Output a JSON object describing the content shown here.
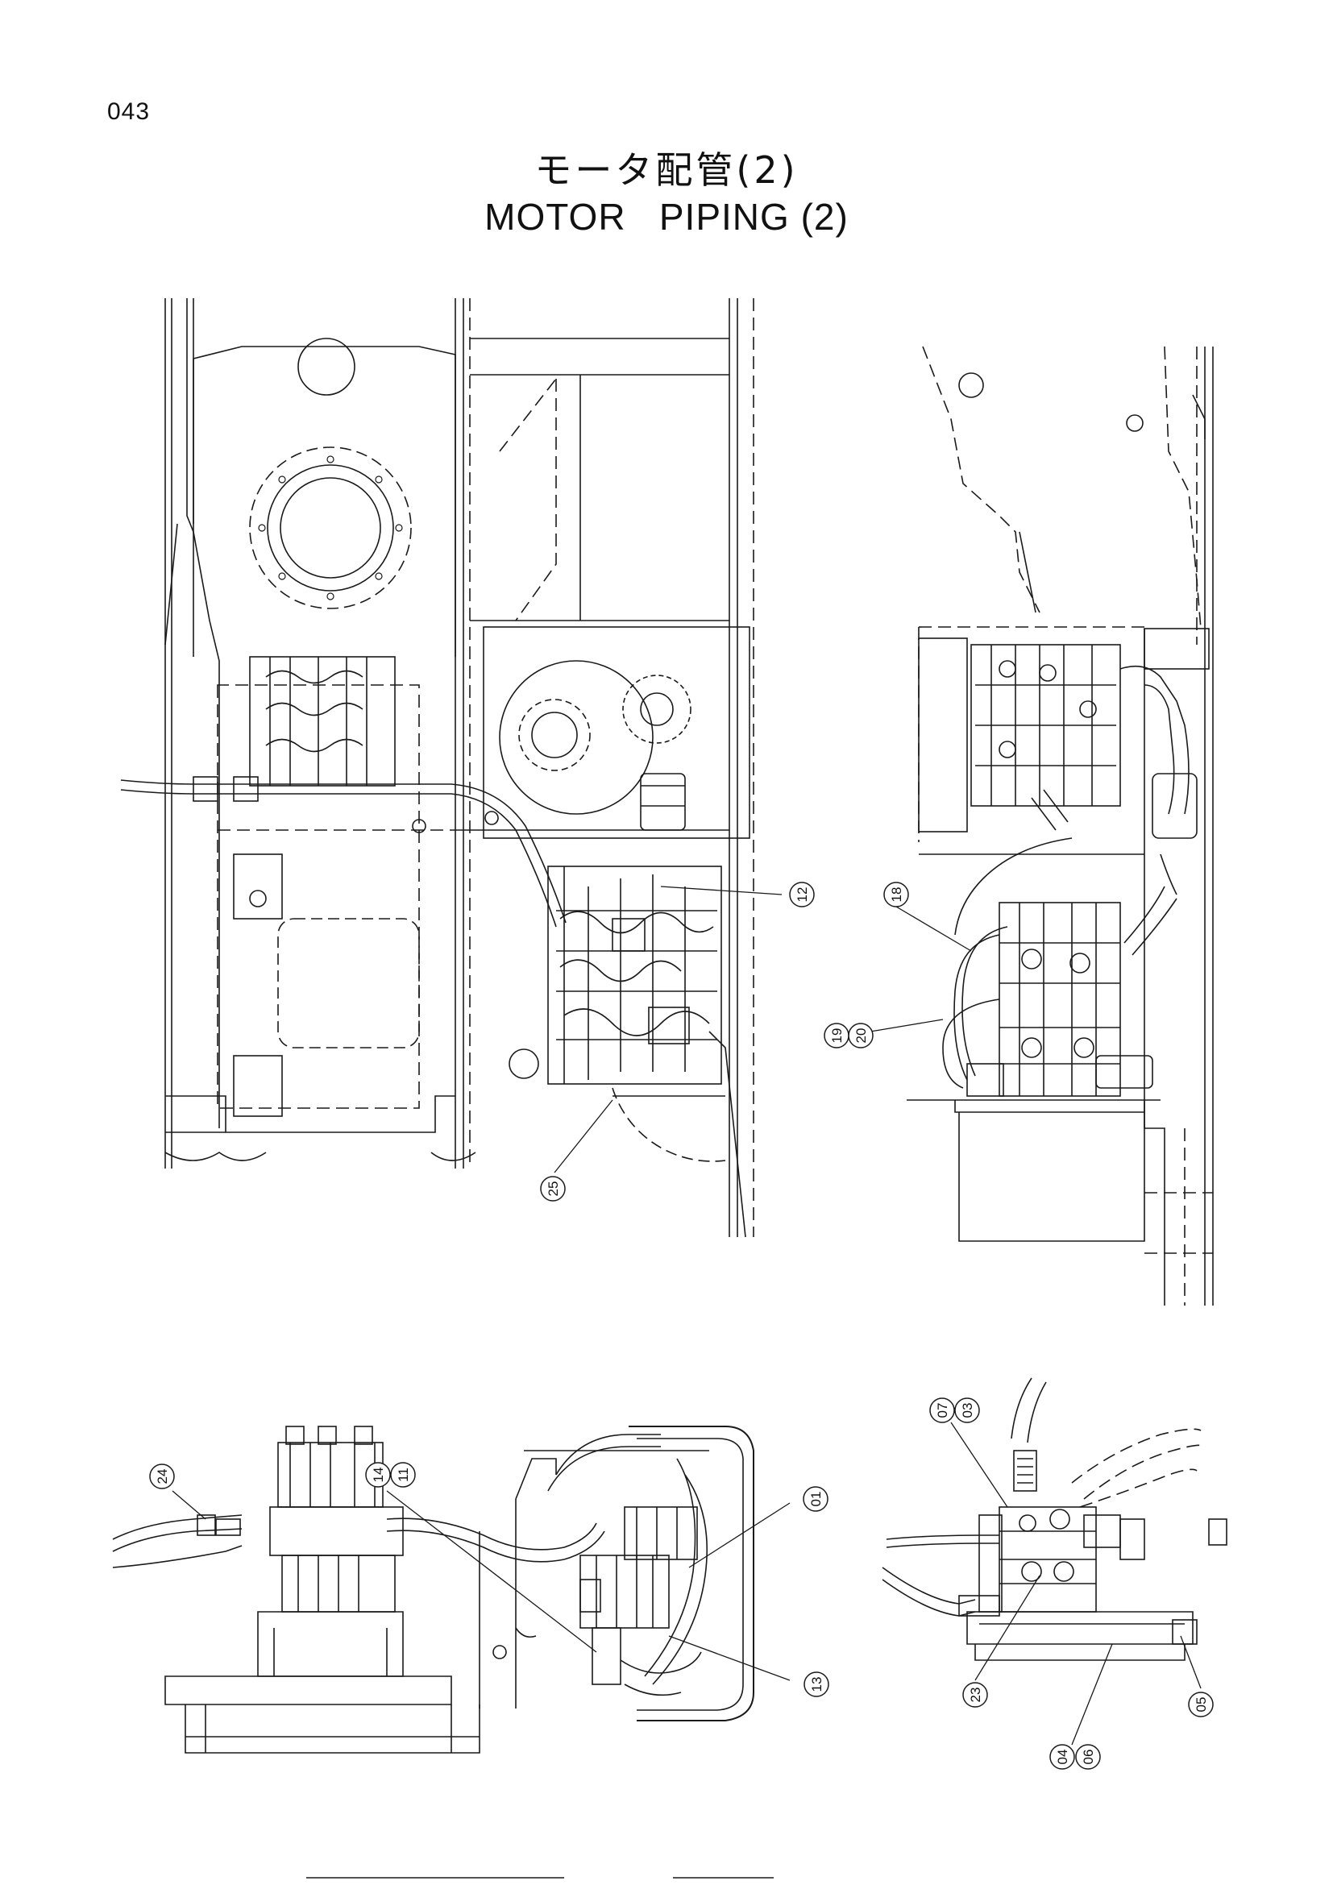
{
  "page": {
    "number": "043",
    "title_jp": "モータ配管(2)",
    "title_en": "MOTOR   PIPING (2)"
  },
  "callouts": [
    {
      "id": "c12",
      "label": "12"
    },
    {
      "id": "c18",
      "label": "18"
    },
    {
      "id": "c19",
      "label": "19"
    },
    {
      "id": "c20",
      "label": "20"
    },
    {
      "id": "c25",
      "label": "25"
    },
    {
      "id": "c24",
      "label": "24"
    },
    {
      "id": "c14",
      "label": "14"
    },
    {
      "id": "c11",
      "label": "11"
    },
    {
      "id": "c01",
      "label": "01"
    },
    {
      "id": "c13",
      "label": "13"
    },
    {
      "id": "c07",
      "label": "07"
    },
    {
      "id": "c03",
      "label": "03"
    },
    {
      "id": "c23",
      "label": "23"
    },
    {
      "id": "c04",
      "label": "04"
    },
    {
      "id": "c06",
      "label": "06"
    },
    {
      "id": "c05",
      "label": "05"
    }
  ],
  "colors": {
    "line": "#1a1a1a",
    "background": "#ffffff"
  }
}
